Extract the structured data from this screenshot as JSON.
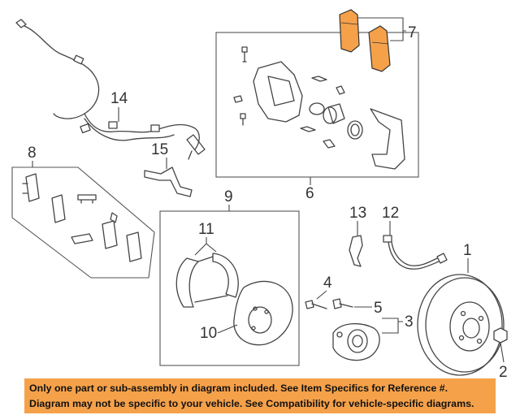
{
  "callouts": {
    "c1": "1",
    "c2": "2",
    "c3": "3",
    "c4": "4",
    "c5": "5",
    "c6": "6",
    "c7": "7",
    "c8": "8",
    "c9": "9",
    "c10": "10",
    "c11": "11",
    "c12": "12",
    "c13": "13",
    "c14": "14",
    "c15": "15"
  },
  "notice": {
    "line1": "Only one part or sub-assembly in diagram included. See Item Specifics for Reference #.",
    "line2": "Diagram may not be specific to your vehicle. See Compatibility for vehicle-specific diagrams."
  },
  "colors": {
    "highlight": "#f5a14a",
    "notice_bg": "#f5a14a",
    "line": "#444444"
  }
}
